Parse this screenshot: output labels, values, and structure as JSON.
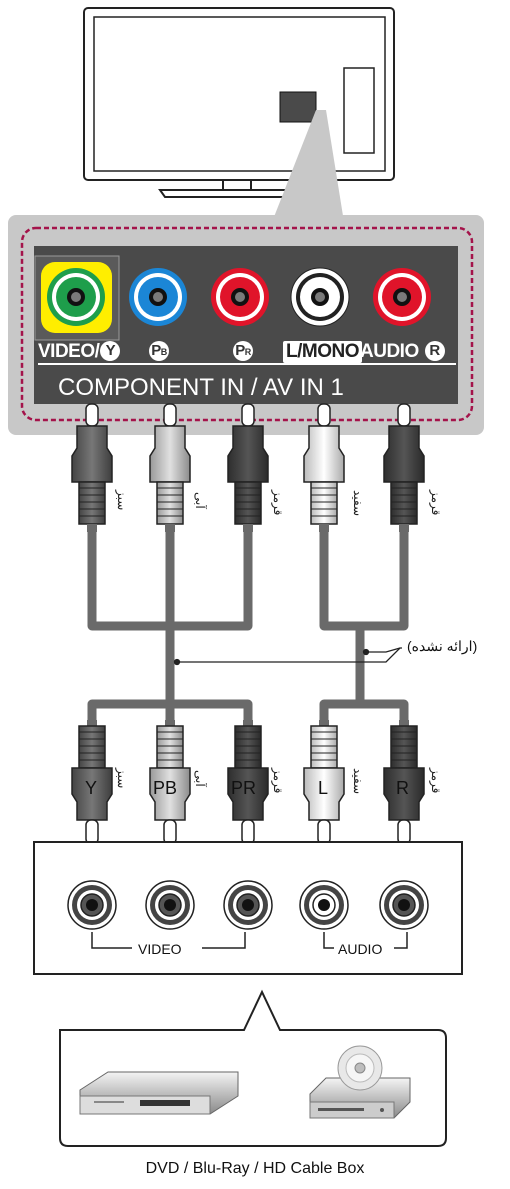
{
  "tv_panel": {
    "labels": {
      "video": "VIDEO/",
      "y": "Y",
      "pb_p": "P",
      "pb_sub": "B",
      "pr_p": "P",
      "pr_sub": "R",
      "lmono": "L/MONO",
      "audio": "AUDIO",
      "r": "R"
    },
    "title": "COMPONENT IN / AV IN 1",
    "jack_colors": [
      "#1e9e4b",
      "#1b86d6",
      "#e0142a",
      "#ffffff",
      "#e0142a"
    ]
  },
  "cable_tags": [
    "سبز",
    "آبی",
    "قرمز",
    "سفید",
    "قرمز"
  ],
  "cable_note": "(ارائه نشده)",
  "device_panel": {
    "jack_labels": [
      "Y",
      "PB",
      "PR",
      "L",
      "R"
    ],
    "video_group": "VIDEO",
    "audio_group": "AUDIO"
  },
  "caption": "DVD / Blu-Ray / HD Cable Box"
}
